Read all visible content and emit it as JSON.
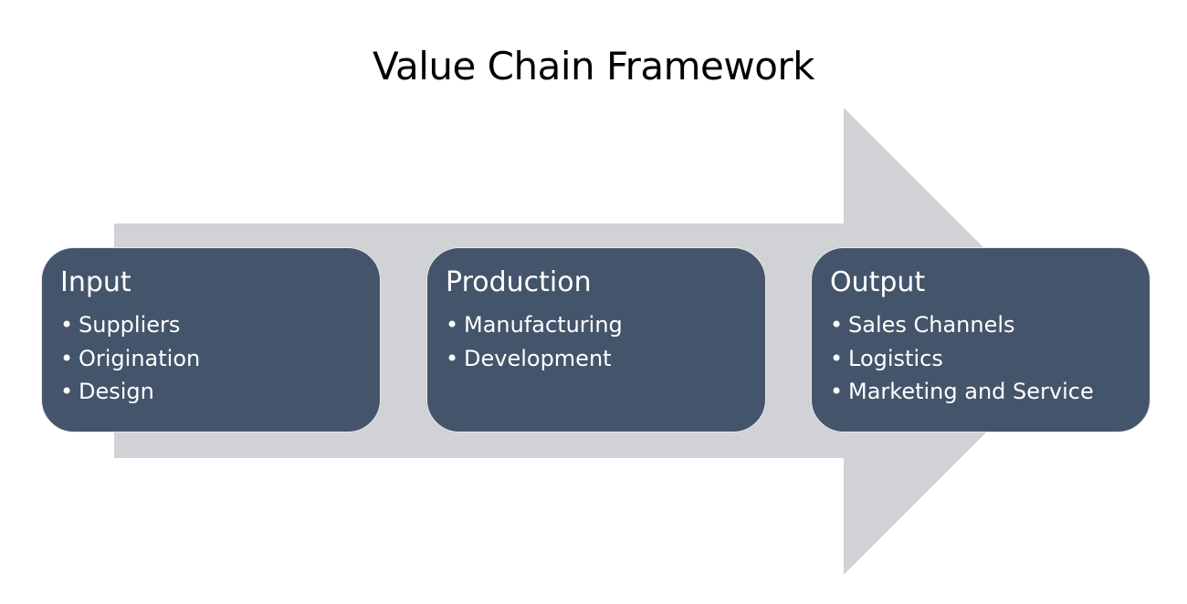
{
  "title": "Value Chain Framework",
  "colors": {
    "arrow": "#d0d2d6",
    "box_fill": "#44546a",
    "box_text": "#ffffff",
    "title_text": "#000000"
  },
  "bullet_icon": "•",
  "stages": [
    {
      "heading": "Input",
      "items": [
        "Suppliers",
        "Origination",
        "Design"
      ]
    },
    {
      "heading": "Production",
      "items": [
        "Manufacturing",
        "Development"
      ]
    },
    {
      "heading": "Output",
      "items": [
        "Sales Channels",
        "Logistics",
        "Marketing and Service"
      ]
    }
  ]
}
